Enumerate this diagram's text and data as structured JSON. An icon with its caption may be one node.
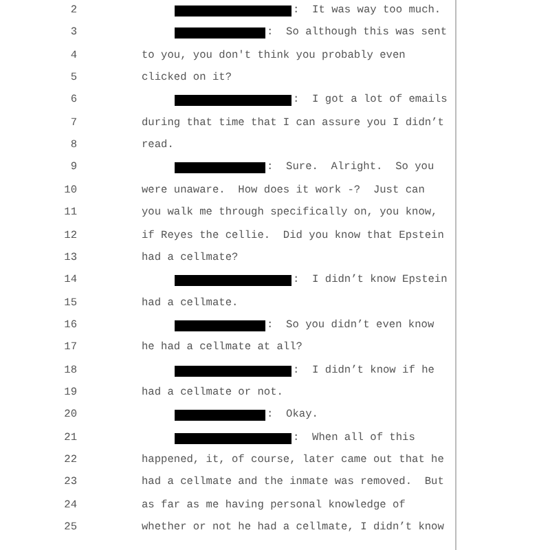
{
  "diagram": {
    "labels": [
      "2",
      ":  It was way too much.",
      "3",
      ":  So although this was sent",
      "4",
      "to you, you don't think you probably even",
      "5",
      "clicked on it?",
      "6",
      ":  I got a lot of emails",
      "7",
      "during that time that I can assure you I didn’t",
      "8",
      "read.",
      "9",
      ":  Sure.  Alright.  So you",
      "10",
      "were unaware.  How does it work -?  Just can",
      "11",
      "you walk me through specifically on, you know,",
      "12",
      "if Reyes the cellie.  Did you know that Epstein",
      "13",
      "had a cellmate?",
      "14",
      ":  I didn’t know Epstein",
      "15",
      "had a cellmate.",
      "16",
      ":  So you didn’t even know",
      "17",
      "he had a cellmate at all?",
      "18",
      ":  I didn’t know if he",
      "19",
      "had a cellmate or not.",
      "20",
      ":  Okay.",
      "21",
      ":  When all of this",
      "22",
      "happened, it, of course, later came out that he",
      "23",
      "had a cellmate and the inmate was removed.  But",
      "24",
      "as far as me having personal knowledge of",
      "25",
      "whether or not he had a cellmate, I didn’t know"
    ]
  }
}
